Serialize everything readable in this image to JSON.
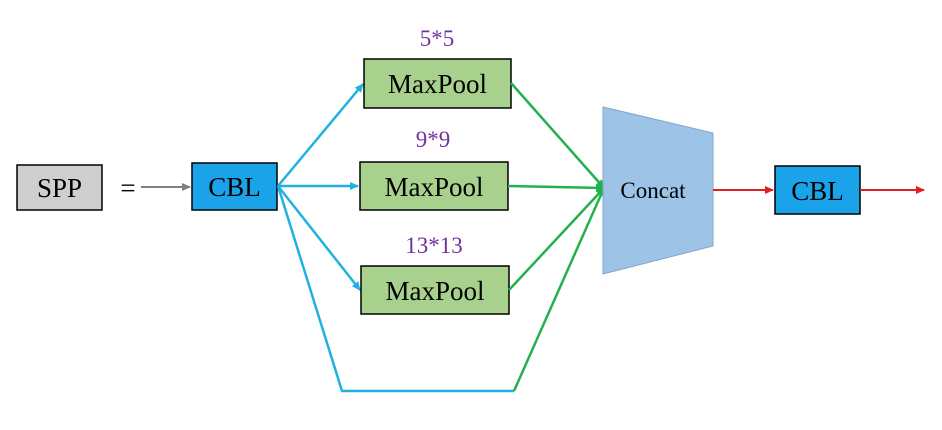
{
  "diagram": {
    "spp_label": "SPP",
    "equals": "=",
    "cbl_in_label": "CBL",
    "cbl_out_label": "CBL",
    "concat_label": "Concat",
    "pools": [
      {
        "kernel": "5*5",
        "label": "MaxPool"
      },
      {
        "kernel": "9*9",
        "label": "MaxPool"
      },
      {
        "kernel": "13*13",
        "label": "MaxPool"
      }
    ]
  },
  "colors": {
    "spp_fill": "#cfcfcf",
    "cbl_fill": "#1aa3e8",
    "pool_fill": "#a9d18e",
    "concat_fill": "#9dc3e6",
    "kernel_text": "#7030a0",
    "arrow_blue": "#1fb2e0",
    "arrow_green": "#22b14c",
    "arrow_red": "#e02020",
    "arrow_gray": "#7f7f7f"
  }
}
